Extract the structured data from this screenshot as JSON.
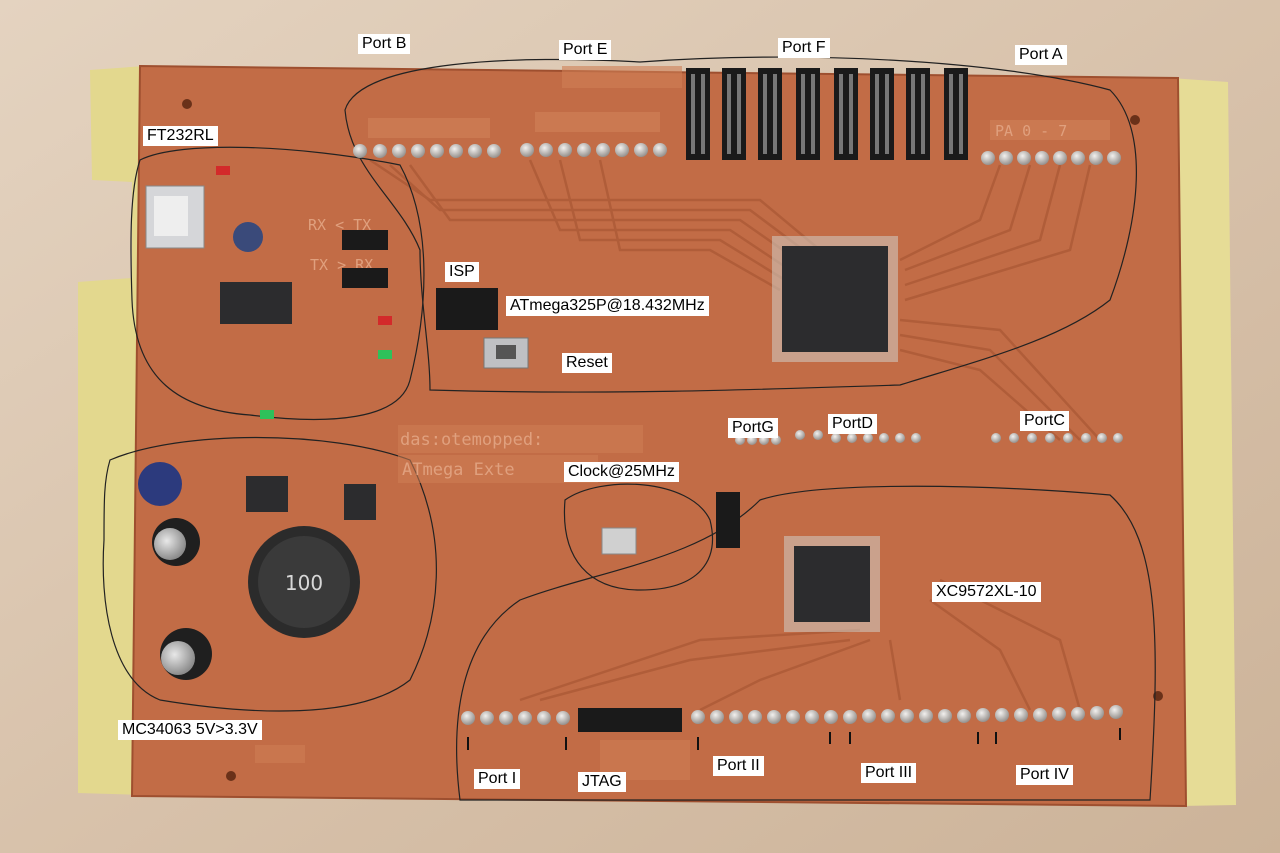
{
  "labels": {
    "port_b": "Port B",
    "port_e": "Port E",
    "port_f": "Port F",
    "port_a": "Port A",
    "ft232rl": "FT232RL",
    "isp": "ISP",
    "mcu": "ATmega325P@18.432MHz",
    "reset": "Reset",
    "port_g": "PortG",
    "port_d": "PortD",
    "port_c": "PortC",
    "clock": "Clock@25MHz",
    "cpld": "XC9572XL-10",
    "regulator": "MC34063 5V>3.3V",
    "port_i": "Port I",
    "jtag": "JTAG",
    "port_ii": "Port II",
    "port_iii": "Port III",
    "port_iv": "Port IV"
  },
  "silkscreen": {
    "rx_tx_top": "RX  <  TX",
    "tx_rx_bottom": "TX  >  RX",
    "board_text_1": "das:otemopped:",
    "board_text_2": "ATmega Exte",
    "pa_header": "PA 0 - 7",
    "inductor": "100"
  },
  "colors": {
    "board": "#c26c46",
    "board_edge": "#e3d88e",
    "table": "#d9c4ad",
    "pad": "#c9c6c2",
    "chip": "#2c2c2e"
  }
}
